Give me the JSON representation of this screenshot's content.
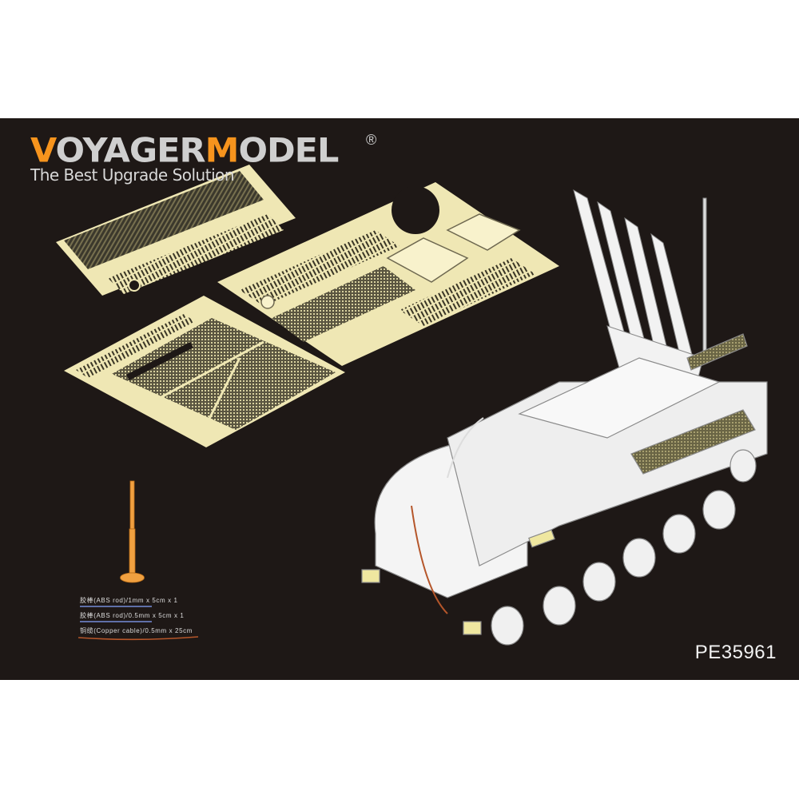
{
  "brand": {
    "name_accent_1": "V",
    "name_part_1": "OYAGER",
    "name_accent_2": "M",
    "name_part_2": "ODEL",
    "registered_mark": "®",
    "tagline": "The Best Upgrade Solution",
    "accent_color": "#f7941d",
    "text_color": "#cfcfcf"
  },
  "product": {
    "code": "PE35961"
  },
  "panel": {
    "background_color": "#1e1816"
  },
  "parts_list": [
    {
      "label": "胶棒(ABS rod)/1mm x 5cm x 1",
      "underline_color": "#5f6fa8"
    },
    {
      "label": "胶棒(ABS rod)/0.5mm x 5cm x 1",
      "underline_color": "#5f6fa8"
    },
    {
      "label": "铜缆(Copper cable)/0.5mm x 25cm",
      "underline_color": "#b5562a"
    }
  ],
  "illustrations": {
    "photo_etch_frets": 3,
    "fret_color": "#efe7b4",
    "abs_rod_color": "#f0a040",
    "vehicle": "tracked missile launcher vehicle with 4 missiles"
  }
}
